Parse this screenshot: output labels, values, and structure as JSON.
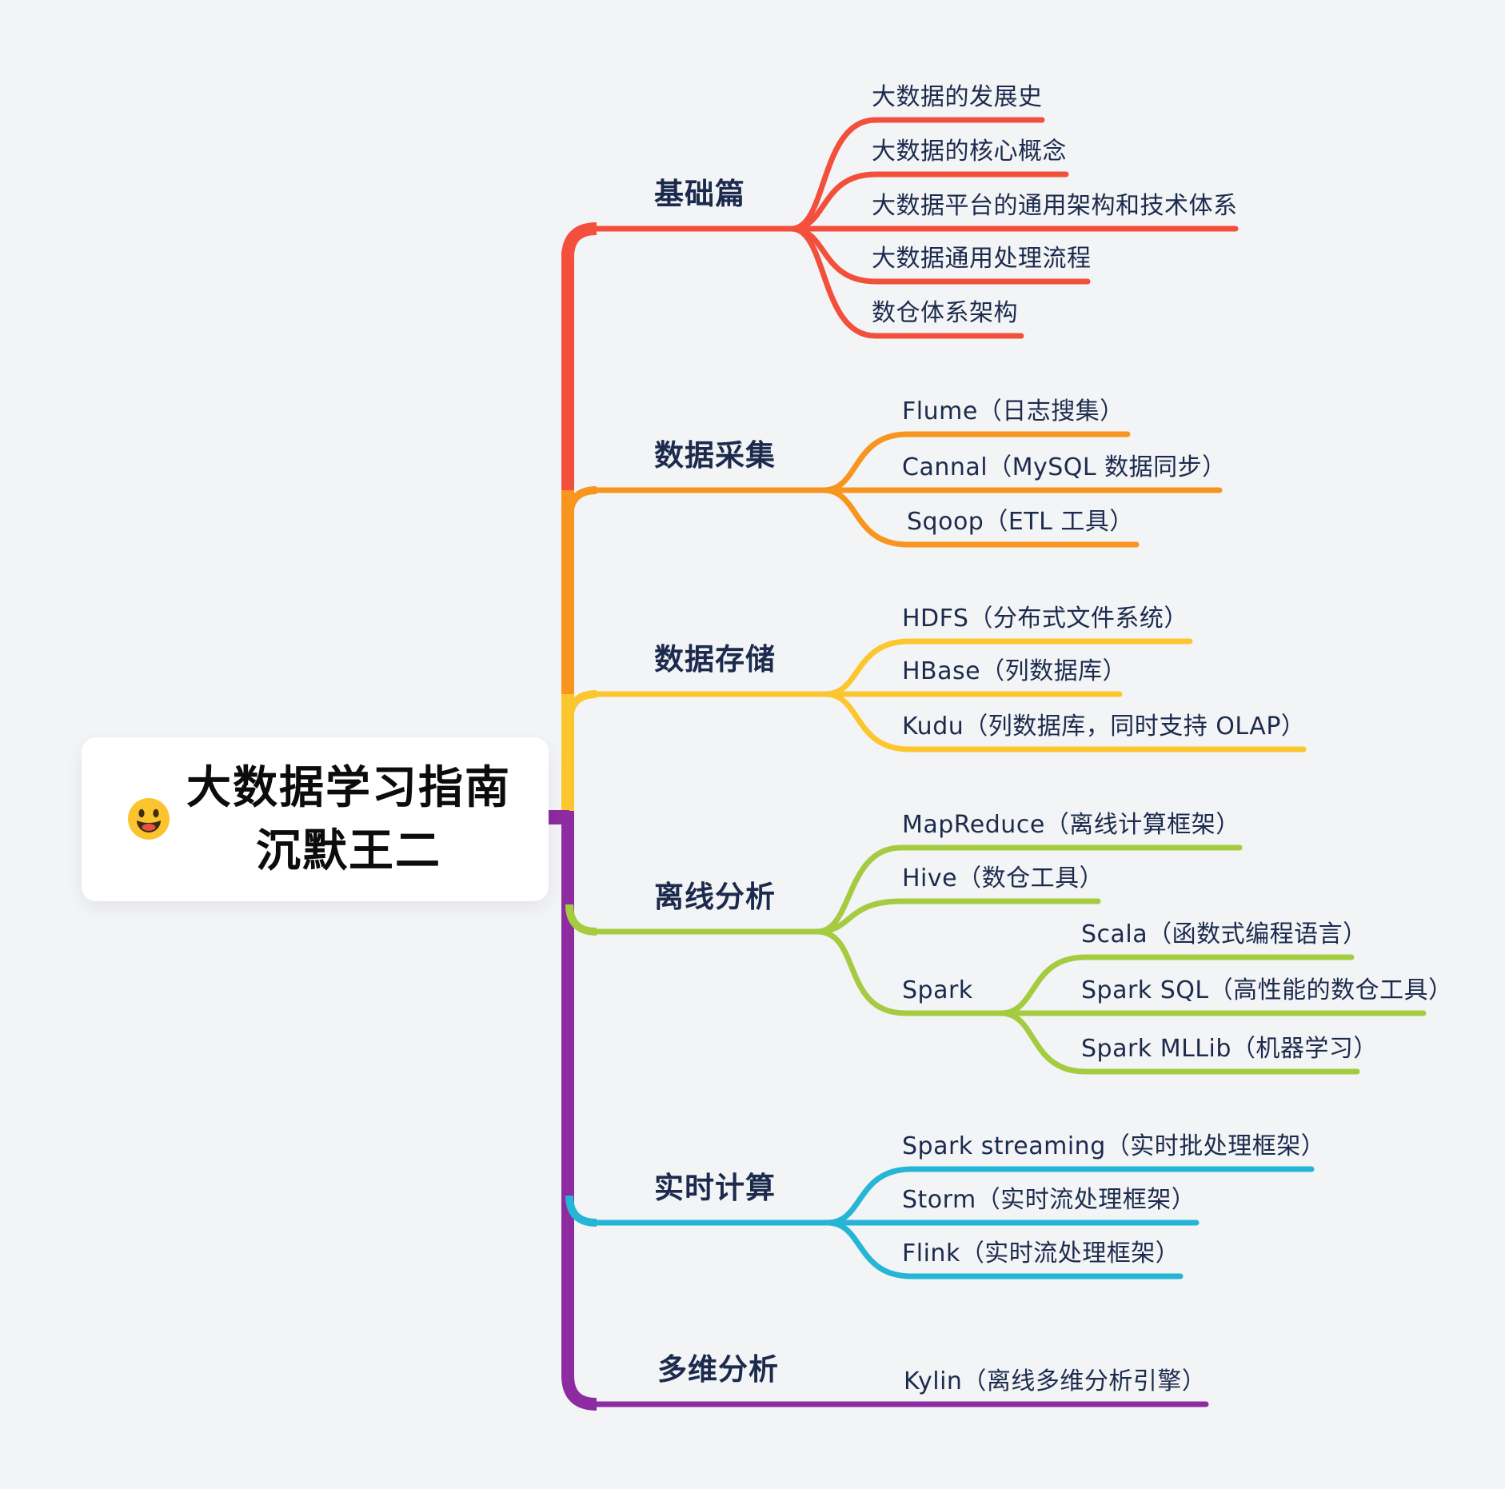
{
  "palette": {
    "background": "#F3F4F6",
    "card": "#FFFFFF",
    "label_text": "#1C2B4D",
    "title_text": "#0C0C0C",
    "emoji": {
      "face": "#FBC32D",
      "features": "#3F2A14",
      "tongue": "#E25143"
    }
  },
  "root": {
    "icon": "grinning-face-emoji",
    "title_line1": "大数据学习指南",
    "title_line2": "沉默王二"
  },
  "branches": [
    {
      "label": "基础篇",
      "color": "#F2503C",
      "children": [
        {
          "label": "大数据的发展史"
        },
        {
          "label": "大数据的核心概念"
        },
        {
          "label": "大数据平台的通用架构和技术体系"
        },
        {
          "label": "大数据通用处理流程"
        },
        {
          "label": "数仓体系架构"
        }
      ]
    },
    {
      "label": "数据采集",
      "color": "#F7951F",
      "children": [
        {
          "label": "Flume（日志搜集）"
        },
        {
          "label": "Cannal（MySQL 数据同步）"
        },
        {
          "label": "Sqoop（ETL 工具）"
        }
      ]
    },
    {
      "label": "数据存储",
      "color": "#FCC62F",
      "children": [
        {
          "label": "HDFS（分布式文件系统）"
        },
        {
          "label": "HBase（列数据库）"
        },
        {
          "label": "Kudu（列数据库，同时支持 OLAP）"
        }
      ]
    },
    {
      "label": "离线分析",
      "color": "#A5CB41",
      "children": [
        {
          "label": "MapReduce（离线计算框架）"
        },
        {
          "label": "Hive（数仓工具）"
        },
        {
          "label": "Spark",
          "children": [
            {
              "label": "Scala（函数式编程语言）"
            },
            {
              "label": "Spark SQL（高性能的数仓工具）"
            },
            {
              "label": "Spark MLLib（机器学习）"
            }
          ]
        }
      ]
    },
    {
      "label": "实时计算",
      "color": "#25B5D6",
      "children": [
        {
          "label": "Spark streaming（实时批处理框架）"
        },
        {
          "label": "Storm（实时流处理框架）"
        },
        {
          "label": "Flink（实时流处理框架）"
        }
      ]
    },
    {
      "label": "多维分析",
      "color": "#8C2CA0",
      "children": [
        {
          "label": "Kylin（离线多维分析引擎）"
        }
      ]
    }
  ]
}
